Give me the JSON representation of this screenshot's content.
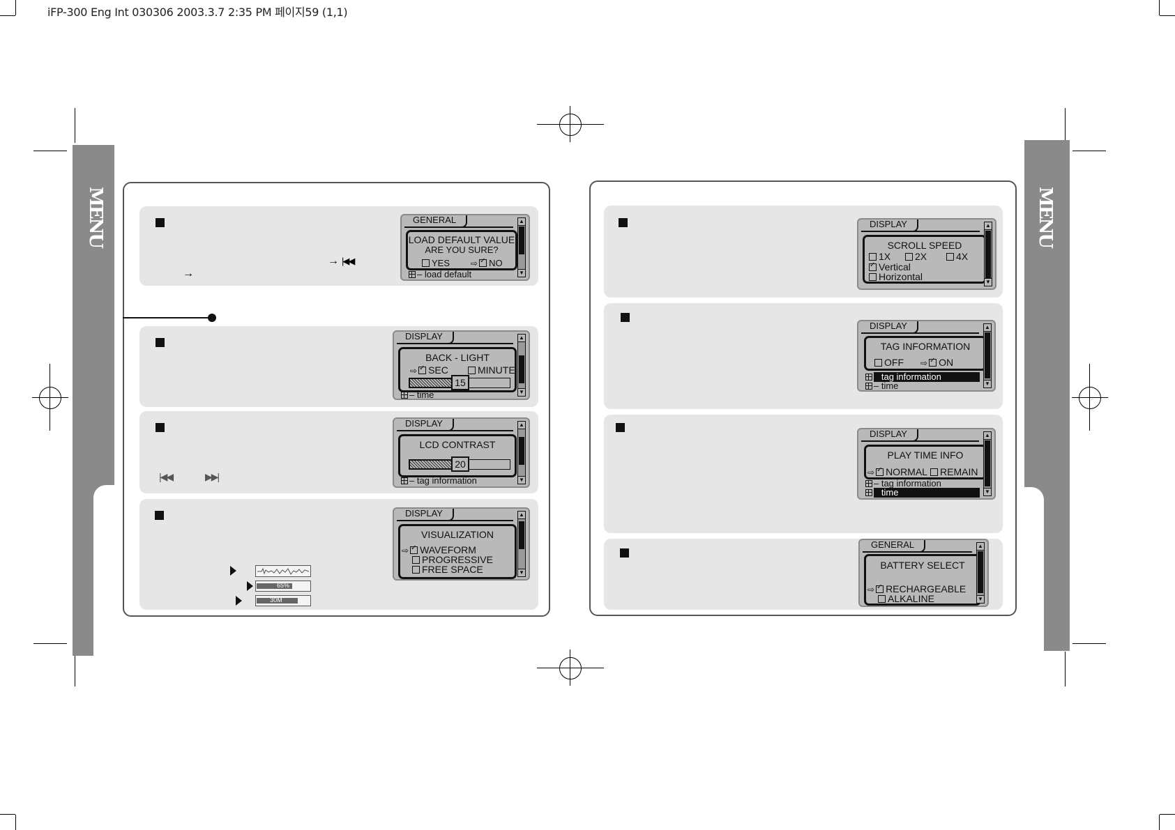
{
  "header": {
    "print_slug": "iFP-300 Eng Int 030306  2003.3.7 2:35 PM 페이지59 (1,1)"
  },
  "side_tab": {
    "left_label": "MENU",
    "right_label": "MENU"
  },
  "left_page": {
    "load_default": {
      "tab": "GENERAL",
      "line1": "LOAD DEFAULT VALUE",
      "line2": "ARE YOU SURE?",
      "yes": "YES",
      "no": "NO",
      "tree_item": "load default",
      "body_arrow_1": "→",
      "body_arrow_2": "→"
    },
    "backlight": {
      "tab": "DISPLAY",
      "title": "BACK - LIGHT",
      "opt_sec": "SEC",
      "opt_minute": "MINUTE",
      "value": "15",
      "level": 0.43,
      "tree_item": "time"
    },
    "contrast": {
      "tab": "DISPLAY",
      "title": "LCD CONTRAST",
      "value": "20",
      "level": 0.43,
      "tree_item": "tag information",
      "prev_icon": "rewind-icon",
      "next_icon": "fast-forward-icon"
    },
    "visualization": {
      "tab": "DISPLAY",
      "title": "VISUALIZATION",
      "opt1": "WAVEFORM",
      "opt2": "PROGRESSIVE",
      "opt3": "FREE SPACE",
      "progress_label": "65%",
      "progress_value": 0.65,
      "space_label": "30M",
      "space_value": 0.75
    }
  },
  "right_page": {
    "scroll_speed": {
      "tab": "DISPLAY",
      "title": "SCROLL SPEED",
      "opt_1x": "1X",
      "opt_2x": "2X",
      "opt_4x": "4X",
      "opt_vertical": "Vertical",
      "opt_horizontal": "Horizontal"
    },
    "tag_info": {
      "tab": "DISPLAY",
      "title": "TAG INFORMATION",
      "opt_off": "OFF",
      "opt_on": "ON",
      "tree_item_1": "tag information",
      "tree_item_2": "time"
    },
    "play_time": {
      "tab": "DISPLAY",
      "title": "PLAY TIME INFO",
      "opt_normal": "NORMAL",
      "opt_remain": "REMAIN",
      "tree_item_1": "tag information",
      "tree_item_2": "time"
    },
    "battery": {
      "tab": "GENERAL",
      "title": "BATTERY SELECT",
      "opt1": "RECHARGEABLE",
      "opt2": "ALKALINE"
    }
  }
}
